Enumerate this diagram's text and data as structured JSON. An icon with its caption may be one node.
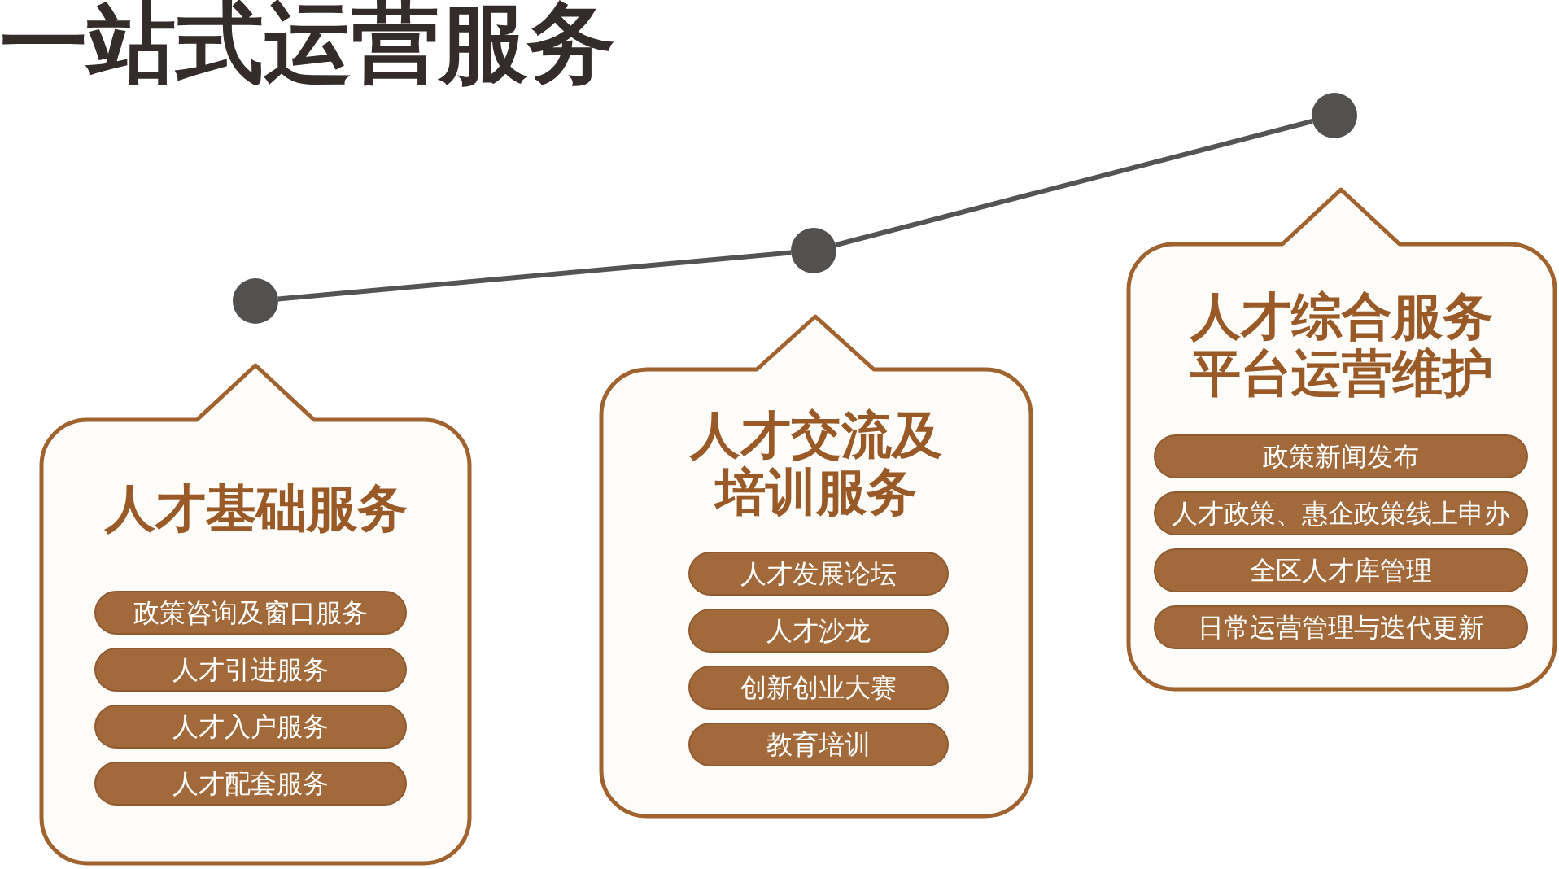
{
  "diagram": {
    "title": "一站式运营服务",
    "nodes": [
      {
        "text": [],
        "shape": "circle"
      },
      {
        "text": [],
        "shape": "circle"
      },
      {
        "text": [],
        "shape": "circle"
      },
      {
        "text": [
          "人才基础服务"
        ]
      },
      {
        "text": [
          "政策咨询及窗口服务"
        ],
        "in": 3
      },
      {
        "text": [
          "人才引进服务"
        ],
        "in": 3
      },
      {
        "text": [
          "人才入户服务"
        ],
        "in": 3
      },
      {
        "text": [
          "人才配套服务"
        ],
        "in": 3
      },
      {
        "text": [
          "人才交流及培训服务"
        ]
      },
      {
        "text": [
          "人才发展论坛"
        ],
        "in": 8
      },
      {
        "text": [
          "人才沙龙"
        ],
        "in": 8
      },
      {
        "text": [
          "创新创业大赛"
        ],
        "in": 8
      },
      {
        "text": [
          "教育培训"
        ],
        "in": 8
      },
      {
        "text": [
          "人才综合服务平台运营维护"
        ]
      },
      {
        "text": [
          "政策新闻发布"
        ],
        "in": 13
      },
      {
        "text": [
          "人才政策、惠企政策线上申办"
        ],
        "in": 13
      },
      {
        "text": [
          "全区人才库管理"
        ],
        "in": 13
      },
      {
        "text": [
          "日常运营管理与迭代更新"
        ],
        "in": 13
      }
    ],
    "edges": [
      {
        "from": 0,
        "to": 1,
        "arrow": "none"
      },
      {
        "from": 1,
        "to": 2,
        "arrow": "none"
      }
    ]
  }
}
